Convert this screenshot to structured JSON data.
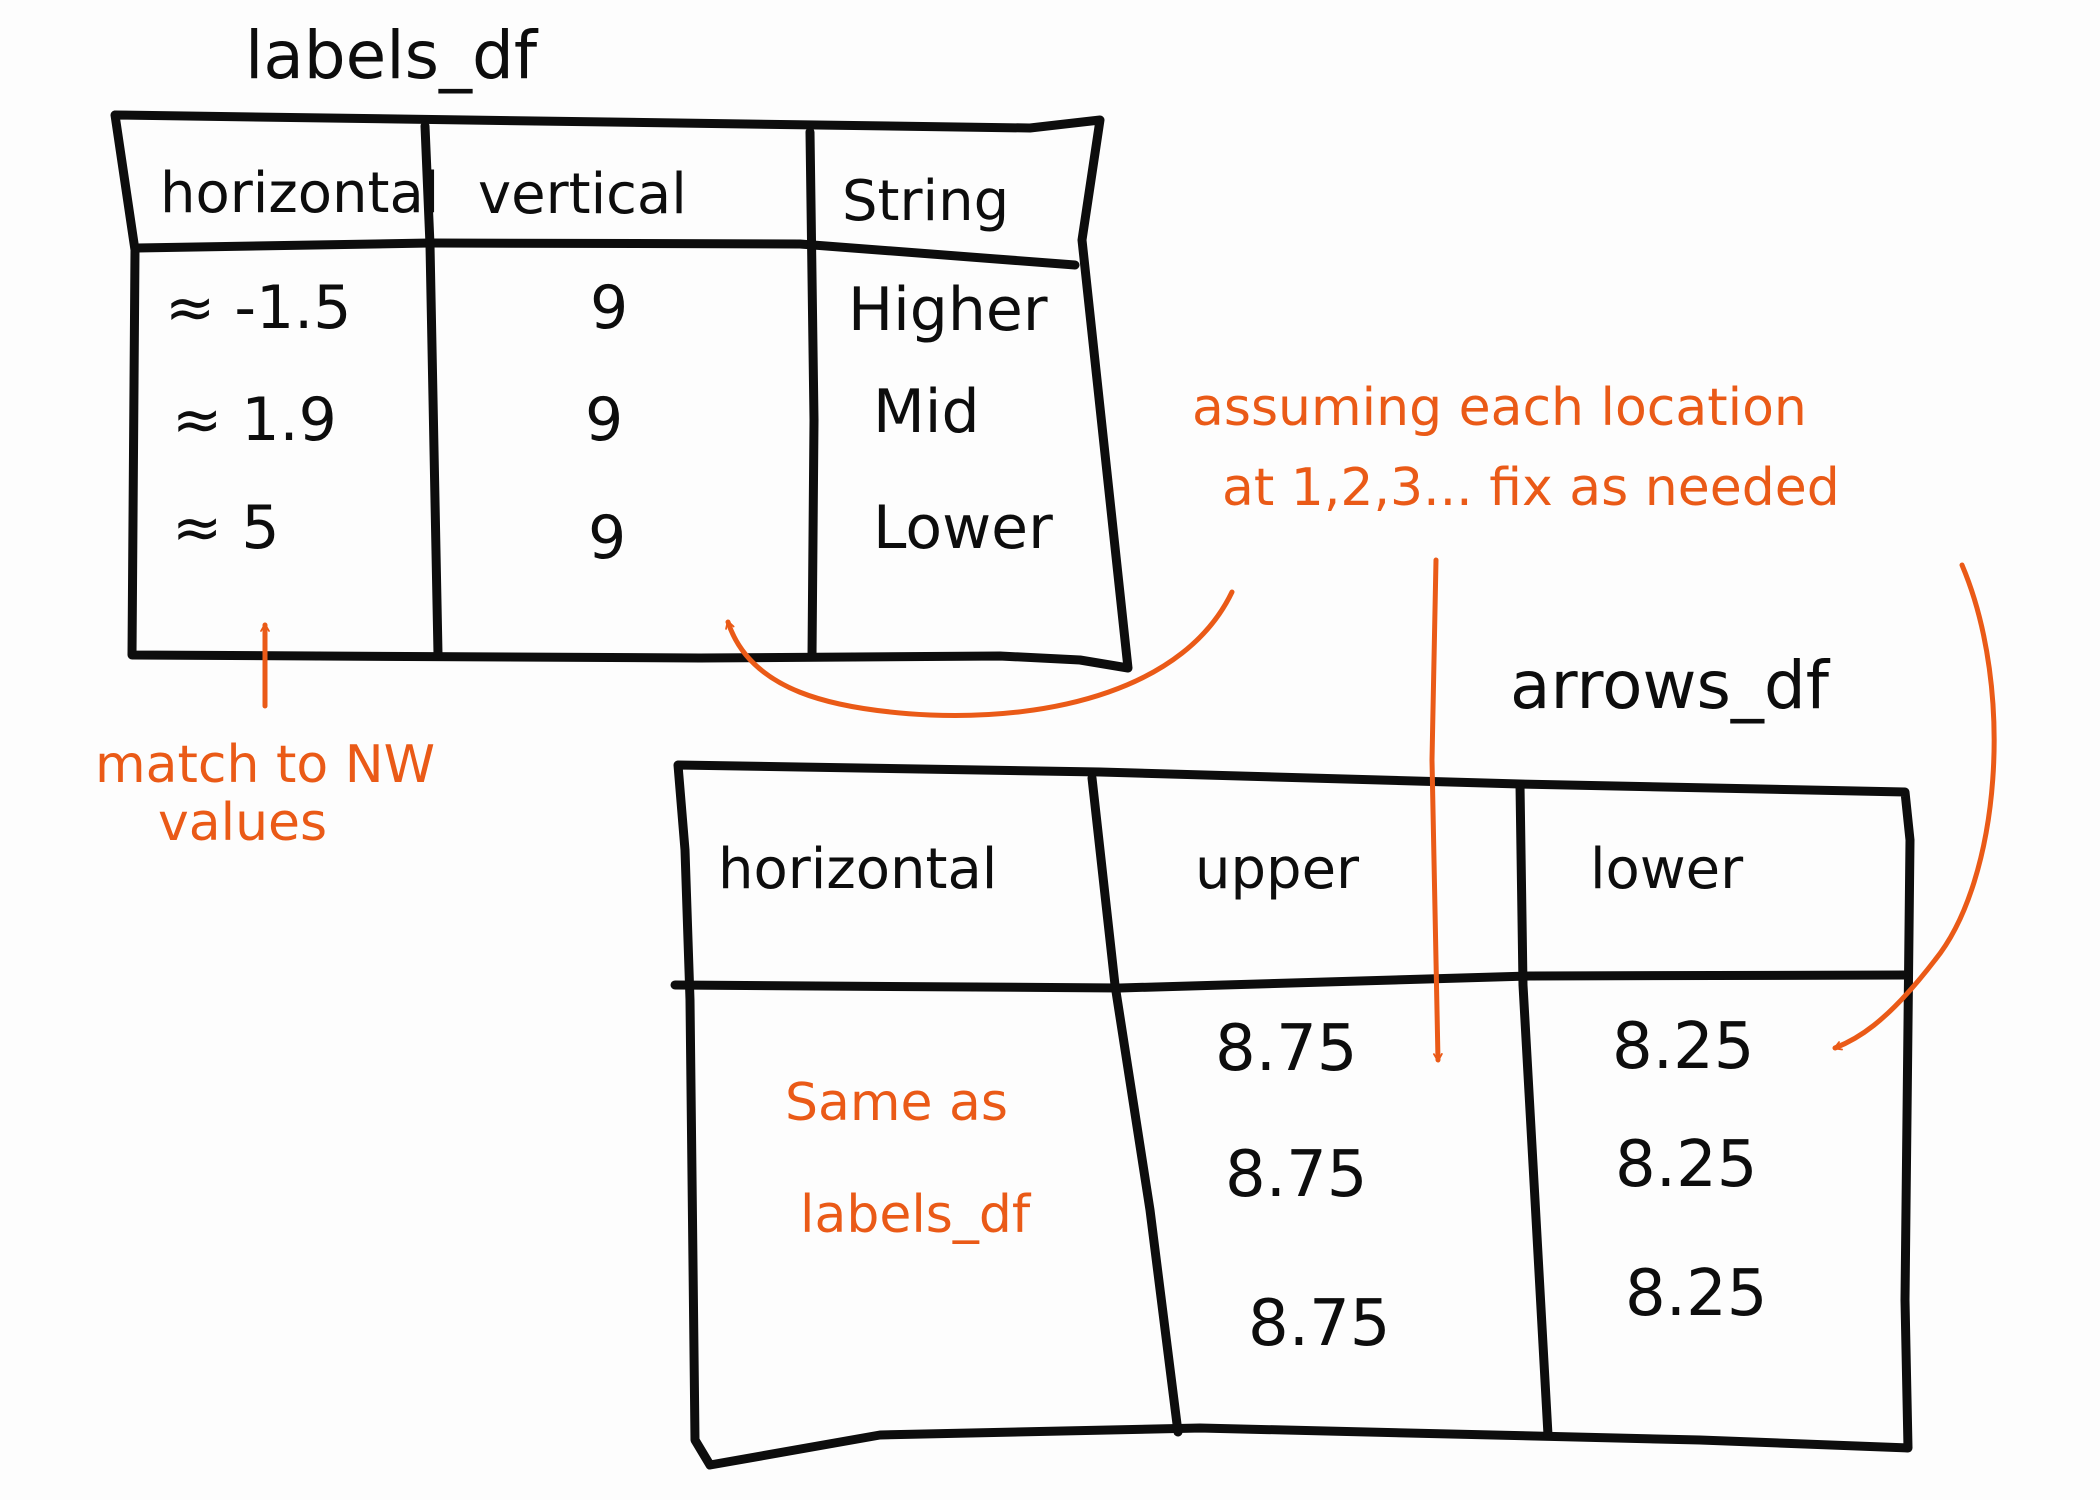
{
  "labels_df": {
    "title": "labels_df",
    "headers": [
      "horizontal",
      "vertical",
      "String"
    ],
    "rows": [
      [
        "≈ -1.5",
        "9",
        "Higher"
      ],
      [
        "≈ 1.9",
        "9",
        "Mid"
      ],
      [
        "≈ 5",
        "9",
        "Lower"
      ]
    ]
  },
  "arrows_df": {
    "title": "arrows_df",
    "headers": [
      "horizontal",
      "upper",
      "lower"
    ],
    "horizontal_note": [
      "Same as",
      "labels_df"
    ],
    "upper_values": [
      "8.75",
      "8.75",
      "8.75"
    ],
    "lower_values": [
      "8.25",
      "8.25",
      "8.25"
    ]
  },
  "annotations": {
    "match_nw": [
      "match to NW",
      "values"
    ],
    "assuming": [
      "assuming each location",
      "at 1,2,3... fix as needed"
    ]
  },
  "colors": {
    "ink": "#0d0d0d",
    "annotation": "#ea5a17",
    "background": "#fdfdfd"
  }
}
